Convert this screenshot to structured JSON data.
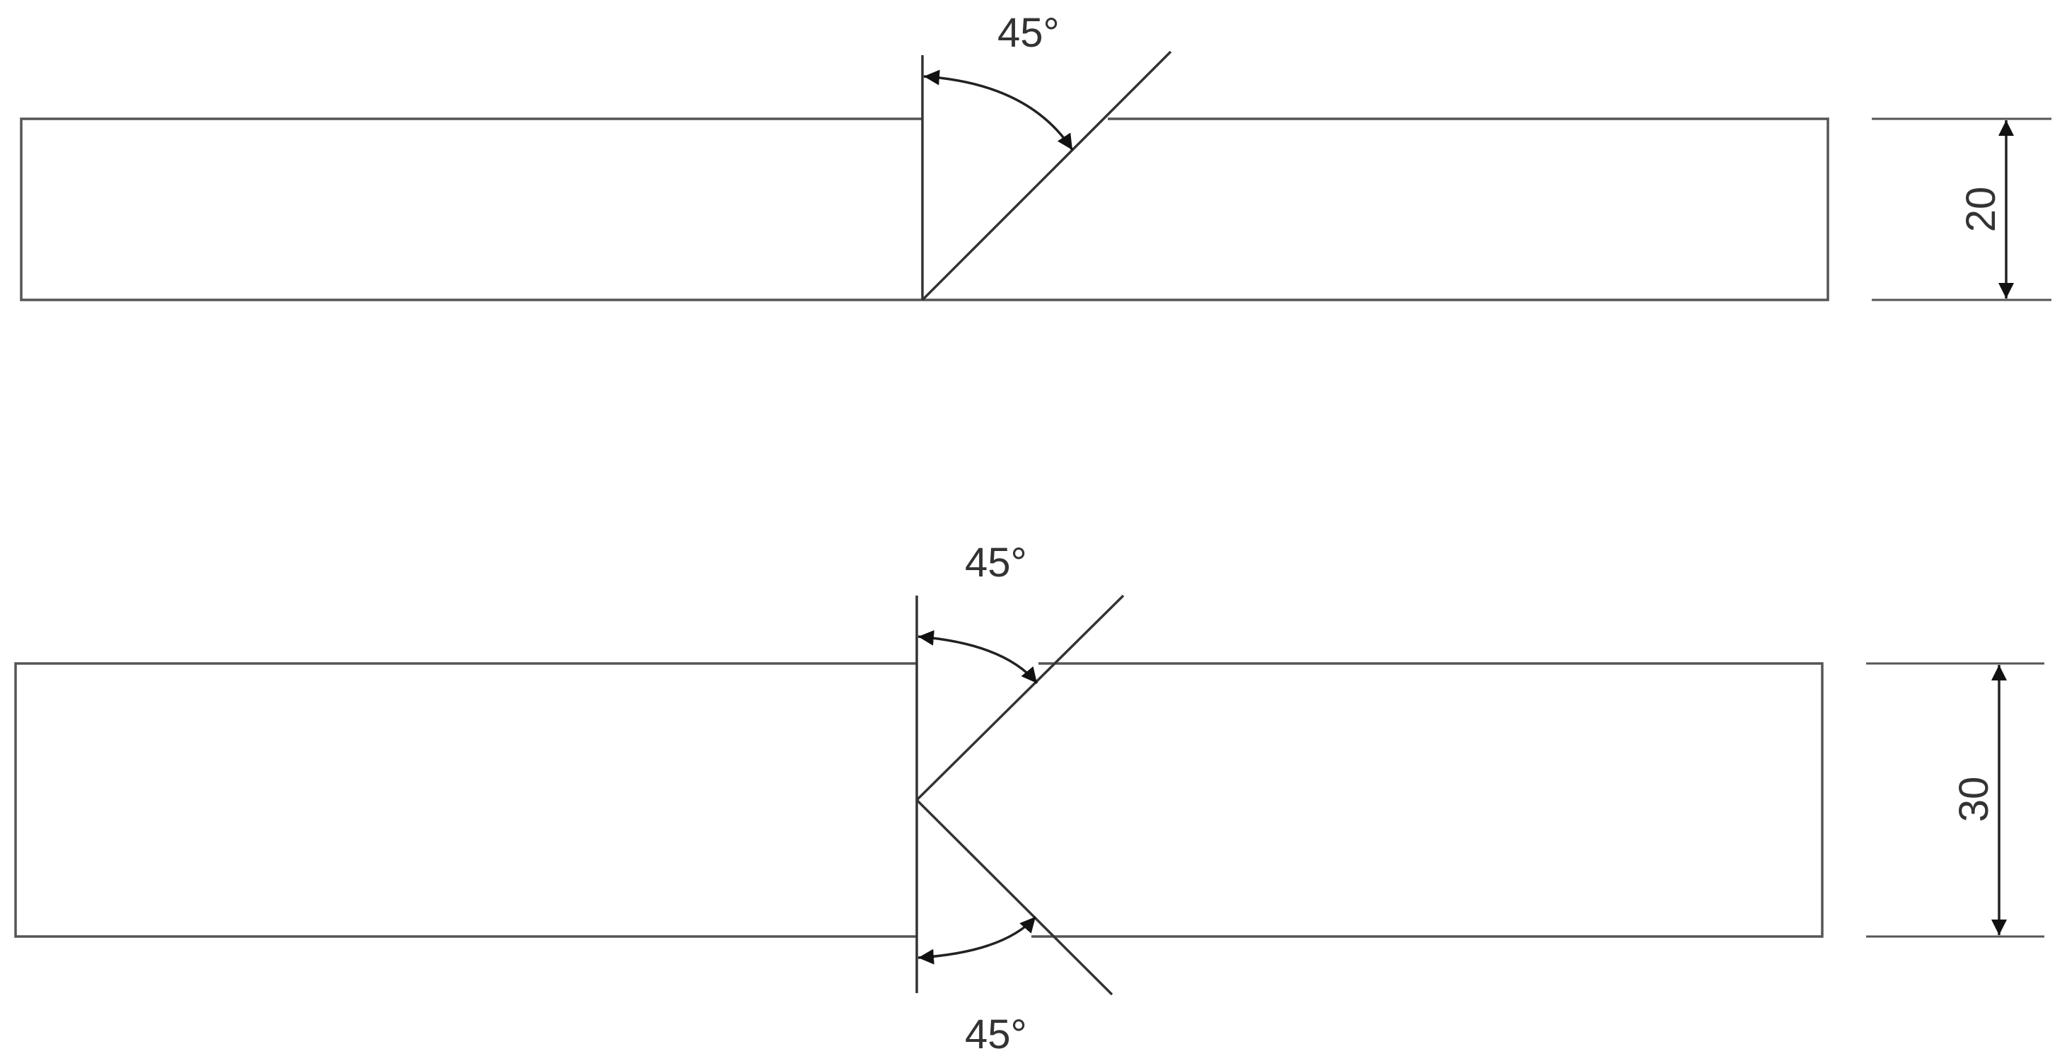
{
  "views": [
    {
      "angle_labels": [
        "45°"
      ],
      "thickness_label": "20"
    },
    {
      "angle_labels": [
        "45°",
        "45°"
      ],
      "thickness_label": "30"
    }
  ],
  "colors": {
    "line": "#555555",
    "text": "#333333",
    "arrow": "#111111"
  }
}
